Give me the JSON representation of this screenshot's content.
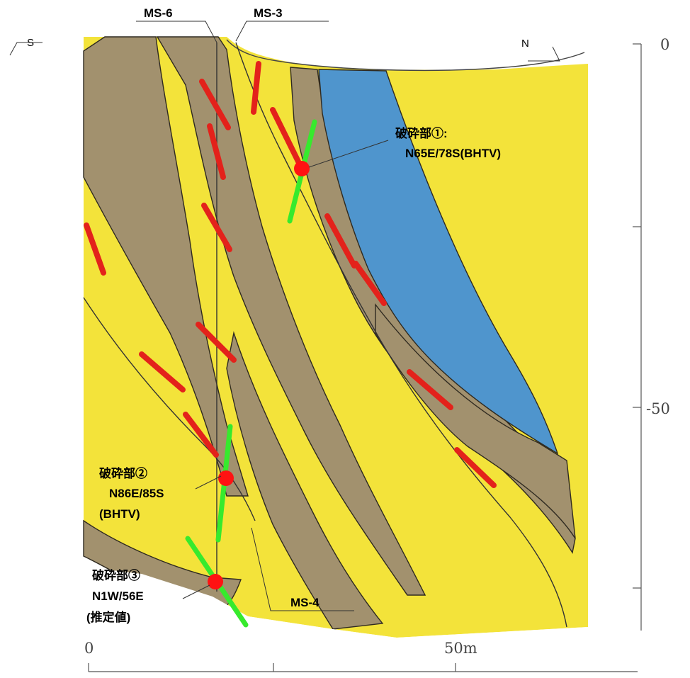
{
  "boreholes": {
    "ms6": "MS-6",
    "ms3": "MS-3",
    "ms4": "MS-4"
  },
  "compass": {
    "south": "S",
    "north": "N"
  },
  "vertical_scale": {
    "tick_top": "0",
    "tick_mid": "-50"
  },
  "horizontal_scale": {
    "tick_left": "0",
    "tick_right": "50m"
  },
  "fractures": [
    {
      "title": "破砕部①:",
      "orientation": "N65E/78S(BHTV)",
      "method": ""
    },
    {
      "title": "破砕部②",
      "orientation": "N86E/85S",
      "method": "(BHTV)"
    },
    {
      "title": "破砕部③",
      "orientation": "N1W/56E",
      "method": "(推定値)"
    }
  ],
  "colors": {
    "yellow_layer": "#f3e33a",
    "brown_layer": "#a2916e",
    "blue_layer": "#4f95cd",
    "fracture_zone": "#e3221b",
    "measured_plane": "#37ea2d",
    "marker": "#ff1212"
  }
}
